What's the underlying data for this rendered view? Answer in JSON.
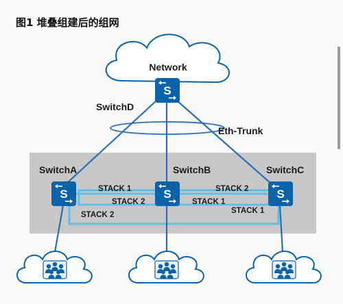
{
  "figure": {
    "caption": "图1 堆叠组建后的组网"
  },
  "cloud_label": "Network",
  "switch_d_label": "SwitchD",
  "eth_trunk_label": "Eth-Trunk",
  "switch_a_label": "SwitchA",
  "switch_b_label": "SwitchB",
  "switch_c_label": "SwitchC",
  "switch_icon_letter": "S",
  "stack_links": [
    {
      "label": "STACK 1"
    },
    {
      "label": "STACK 2"
    },
    {
      "label": "STACK 2"
    },
    {
      "label": "STACK 1"
    },
    {
      "label": "STACK 2"
    },
    {
      "label": "STACK 1"
    }
  ],
  "colors": {
    "switch_blue": "#0a62a8",
    "link_blue": "#2a6fb1",
    "stack_cyan": "#5bc0e6",
    "stack_box_gray": "#c8c8c8",
    "text_dark": "#1a1a1a"
  },
  "icons": {
    "switch": "switch-icon",
    "cloud": "cloud-icon",
    "user_group": "user-group-icon"
  }
}
